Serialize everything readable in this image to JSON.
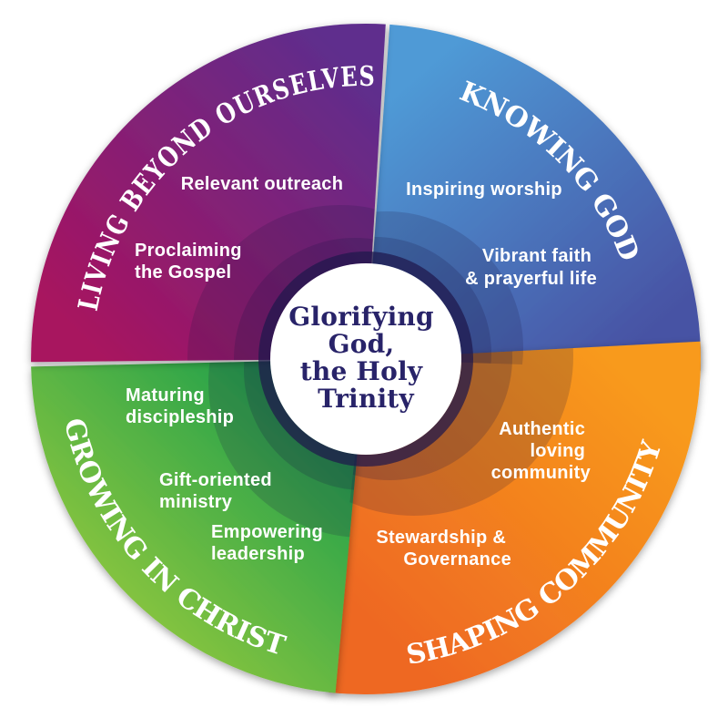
{
  "diagram": {
    "name": "vision-wheel",
    "background_color": "#ffffff",
    "label_text_color": "#ffffff",
    "title_text_color": "#ffffff",
    "center": {
      "lines": [
        "Glorifying",
        "God,",
        "the Holy",
        "Trinity"
      ],
      "text_color": "#282369",
      "circle_color": "#ffffff"
    },
    "quadrants": [
      {
        "id": "living-beyond-ourselves",
        "position": "top-left",
        "title": "LIVING BEYOND OURSELVES",
        "color_from": "#a8135f",
        "color_to": "#5e2e8d",
        "items": [
          {
            "lines": [
              "Relevant outreach"
            ]
          },
          {
            "lines": [
              "Proclaiming",
              "the Gospel"
            ]
          }
        ]
      },
      {
        "id": "knowing-god",
        "position": "top-right",
        "title": "KNOWING GOD",
        "color_from": "#4f9ad6",
        "color_to": "#4753a4",
        "items": [
          {
            "lines": [
              "Inspiring worship"
            ]
          },
          {
            "lines": [
              "Vibrant faith",
              "& prayerful life"
            ]
          }
        ]
      },
      {
        "id": "shaping-community",
        "position": "bottom-right",
        "title": "SHAPING COMMUNITY",
        "color_from": "#f89a1b",
        "color_to": "#ee6723",
        "items": [
          {
            "lines": [
              "Authentic",
              "loving",
              "community"
            ]
          },
          {
            "lines": [
              "Stewardship &",
              "Governance"
            ]
          }
        ]
      },
      {
        "id": "growing-in-christ",
        "position": "bottom-left",
        "title": "GROWING IN CHRIST",
        "color_from": "#169d4b",
        "color_to": "#8cc63f",
        "items": [
          {
            "lines": [
              "Maturing",
              "discipleship"
            ]
          },
          {
            "lines": [
              "Gift-oriented",
              "ministry"
            ]
          },
          {
            "lines": [
              "Empowering",
              "leadership"
            ]
          }
        ]
      }
    ]
  }
}
